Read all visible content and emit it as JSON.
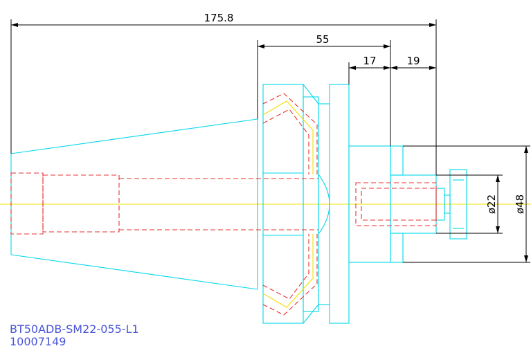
{
  "dimensions": {
    "overall_length": "175.8",
    "flange_length": "55",
    "step_a": "17",
    "step_b": "19",
    "dia_small": "ø22",
    "dia_large": "ø48"
  },
  "part": {
    "model": "BT50ADB-SM22-055-L1",
    "number": "10007149"
  },
  "colors": {
    "outline": "#00d8e8",
    "hidden": "#e83030",
    "centerline": "#f0e000",
    "dimension": "#000000",
    "label": "#4a55d8"
  }
}
